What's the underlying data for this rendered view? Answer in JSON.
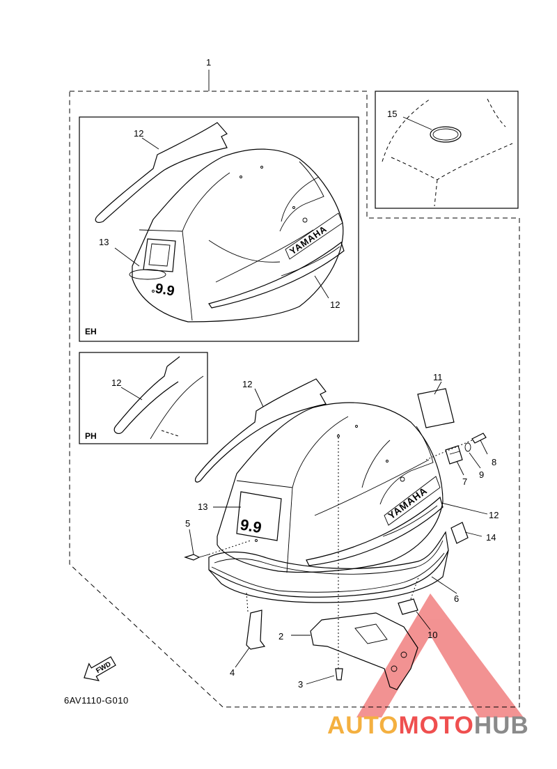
{
  "diagram": {
    "drawing_code": "6AV1110-G010",
    "views": {
      "eh": "EH",
      "ph": "PH"
    },
    "callouts": {
      "c1": "1",
      "c2": "2",
      "c3": "3",
      "c4": "4",
      "c5": "5",
      "c6": "6",
      "c7": "7",
      "c8": "8",
      "c9": "9",
      "c10": "10",
      "c11": "11",
      "c12": "12",
      "c13": "13",
      "c14": "14",
      "c15": "15"
    },
    "arrow_label": "FWD",
    "decals": {
      "brand": "YAMAHA",
      "model": "9.9"
    }
  },
  "watermark": {
    "part_a": "AUTO",
    "part_b": "MOTO",
    "part_c": "HUB",
    "colors": {
      "orange": "#f4b040",
      "red": "#ef4f4f",
      "gray": "#8a8a8a",
      "triangle": "#f07878"
    }
  }
}
